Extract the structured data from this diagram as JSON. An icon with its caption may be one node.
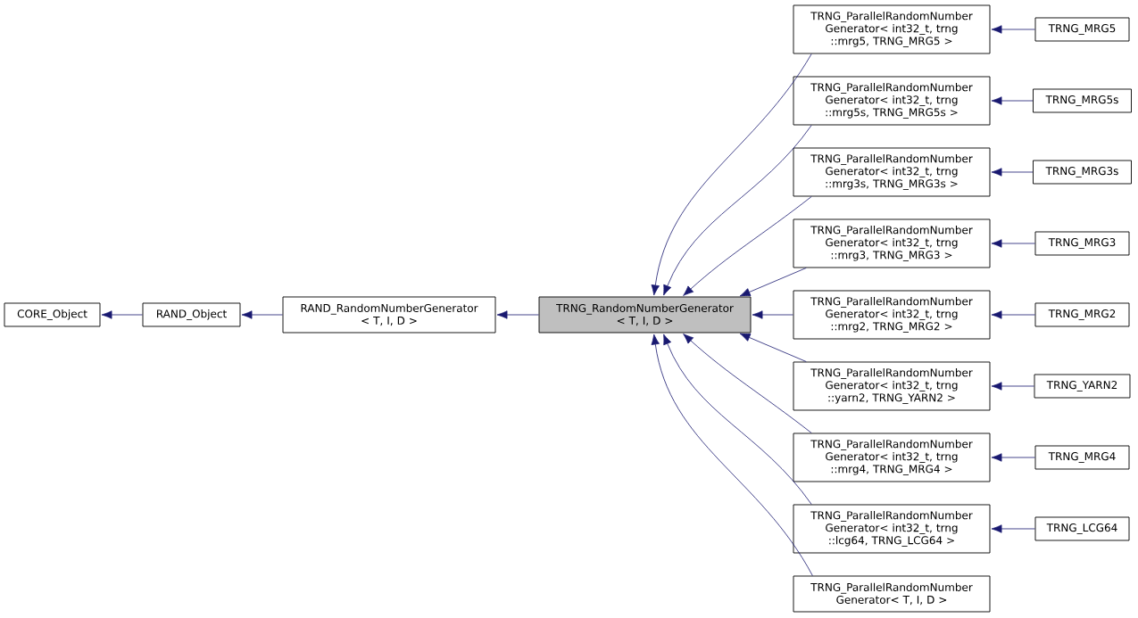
{
  "diagram": {
    "nodes": [
      {
        "text": [
          "CORE_Object"
        ]
      },
      {
        "text": [
          "RAND_Object"
        ]
      },
      {
        "text": [
          "RAND_RandomNumberGenerator < T, I, D >"
        ]
      },
      {
        "text": [
          "TRNG_RandomNumberGenerator < T, I, D >"
        ]
      },
      {
        "text": [
          "TRNG_ParallelRandomNumber Generator< int32_t, trng ::mrg5, TRNG_MRG5 >"
        ]
      },
      {
        "text": [
          "TRNG_ParallelRandomNumber Generator< int32_t, trng ::mrg5s, TRNG_MRG5s >"
        ]
      },
      {
        "text": [
          "TRNG_ParallelRandomNumber Generator< int32_t, trng ::mrg3s, TRNG_MRG3s >"
        ]
      },
      {
        "text": [
          "TRNG_ParallelRandomNumber Generator< int32_t, trng ::mrg3, TRNG_MRG3 >"
        ]
      },
      {
        "text": [
          "TRNG_ParallelRandomNumber Generator< int32_t, trng ::mrg2, TRNG_MRG2 >"
        ]
      },
      {
        "text": [
          "TRNG_ParallelRandomNumber Generator< int32_t, trng ::yarn2, TRNG_YARN2 >"
        ]
      },
      {
        "text": [
          "TRNG_ParallelRandomNumber Generator< int32_t, trng ::mrg4, TRNG_MRG4 >"
        ]
      },
      {
        "text": [
          "TRNG_ParallelRandomNumber Generator< int32_t, trng ::lcg64, TRNG_LCG64 >"
        ]
      },
      {
        "text": [
          "TRNG_ParallelRandomNumber Generator< T, I, D >"
        ]
      },
      {
        "text": [
          "TRNG_MRG5"
        ]
      },
      {
        "text": [
          "TRNG_MRG5s"
        ]
      },
      {
        "text": [
          "TRNG_MRG3s"
        ]
      },
      {
        "text": [
          "TRNG_MRG3"
        ]
      },
      {
        "text": [
          "TRNG_MRG2"
        ]
      },
      {
        "text": [
          "TRNG_YARN2"
        ]
      },
      {
        "text": [
          "TRNG_MRG4"
        ]
      },
      {
        "text": [
          "TRNG_LCG64"
        ]
      }
    ],
    "edges": [
      {
        "from": 1,
        "to": 0,
        "arrow": "to"
      },
      {
        "from": 2,
        "to": 1,
        "arrow": "to"
      },
      {
        "from": 3,
        "to": 2,
        "arrow": "to"
      },
      {
        "from": 4,
        "to": 3,
        "arrow": "to"
      },
      {
        "from": 5,
        "to": 3,
        "arrow": "to"
      },
      {
        "from": 6,
        "to": 3,
        "arrow": "to"
      },
      {
        "from": 7,
        "to": 3,
        "arrow": "to"
      },
      {
        "from": 8,
        "to": 3,
        "arrow": "to"
      },
      {
        "from": 9,
        "to": 3,
        "arrow": "to"
      },
      {
        "from": 10,
        "to": 3,
        "arrow": "to"
      },
      {
        "from": 11,
        "to": 3,
        "arrow": "to"
      },
      {
        "from": 12,
        "to": 3,
        "arrow": "to"
      },
      {
        "from": 13,
        "to": 4,
        "arrow": "to"
      },
      {
        "from": 14,
        "to": 5,
        "arrow": "to"
      },
      {
        "from": 15,
        "to": 6,
        "arrow": "to"
      },
      {
        "from": 16,
        "to": 7,
        "arrow": "to"
      },
      {
        "from": 17,
        "to": 8,
        "arrow": "to"
      },
      {
        "from": 18,
        "to": 9,
        "arrow": "to"
      },
      {
        "from": 19,
        "to": 10,
        "arrow": "to"
      },
      {
        "from": 20,
        "to": 11,
        "arrow": "to"
      }
    ]
  }
}
